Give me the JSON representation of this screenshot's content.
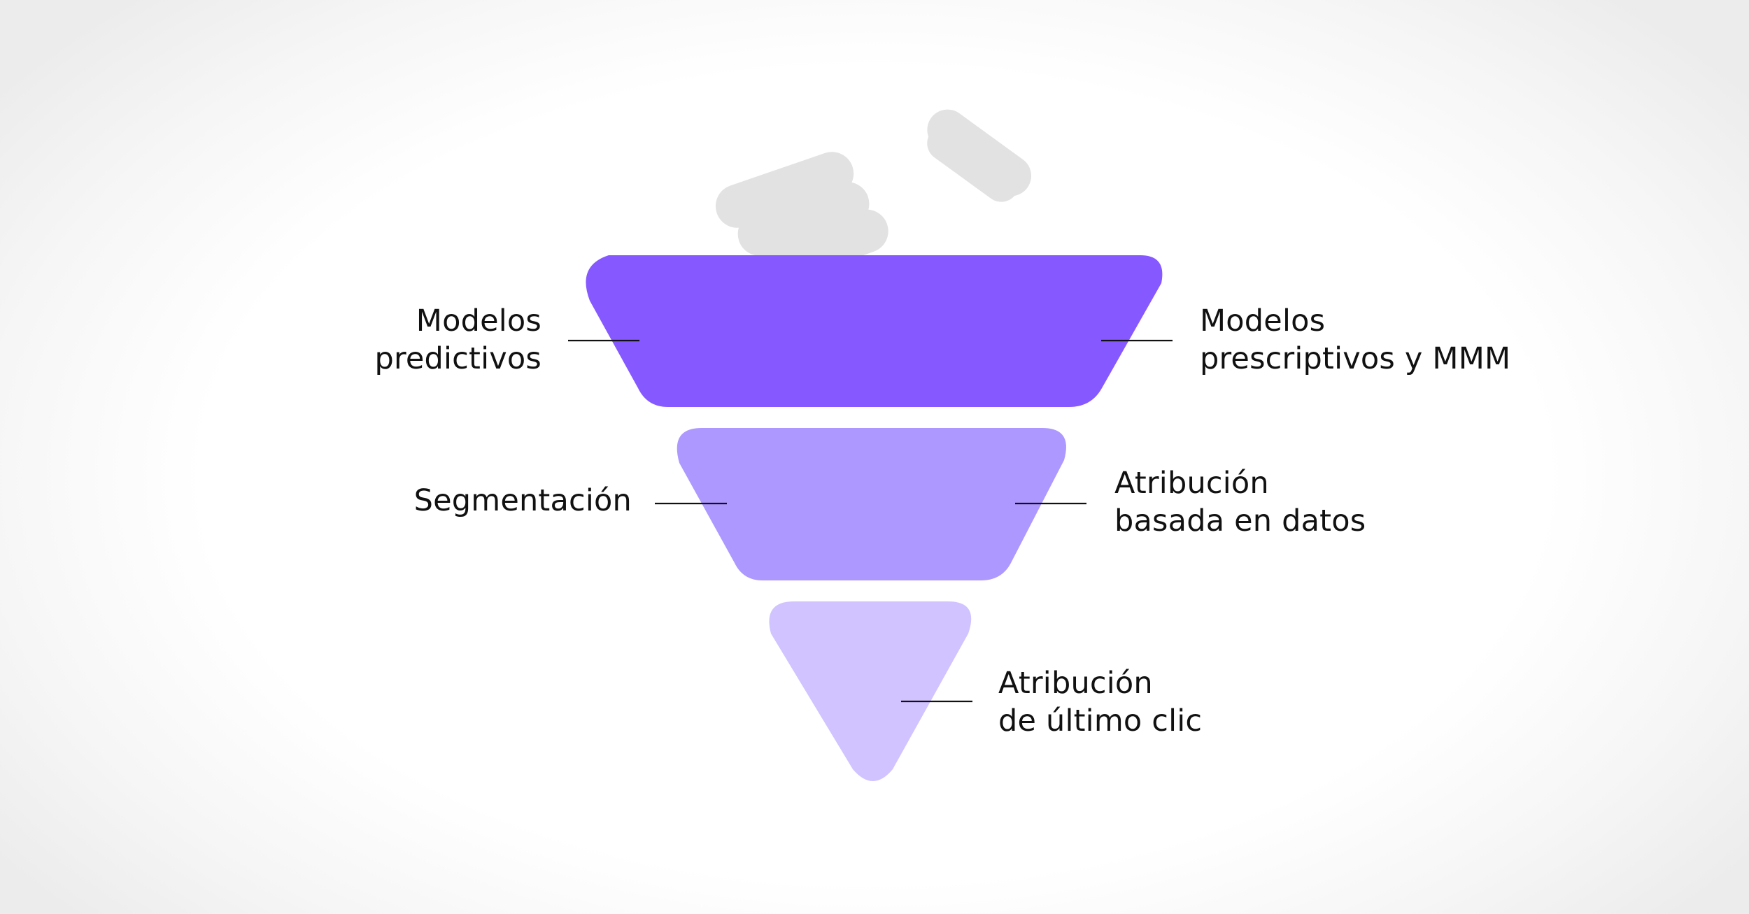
{
  "funnel": {
    "tiers": [
      {
        "name": "top",
        "color": "#8658FF",
        "left_label": [
          "Modelos",
          "predictivos"
        ],
        "right_label": [
          "Modelos",
          "prescriptivos y MMM"
        ]
      },
      {
        "name": "middle",
        "color": "#AD98FF",
        "left_label": [
          "Segmentación"
        ],
        "right_label": [
          "Atribución",
          "basada en datos"
        ]
      },
      {
        "name": "bottom",
        "color": "#D0C3FF",
        "right_label": [
          "Atribución",
          "de último clic"
        ]
      }
    ],
    "connector_color": "#111111",
    "decor_color": "#E2E2E2"
  }
}
